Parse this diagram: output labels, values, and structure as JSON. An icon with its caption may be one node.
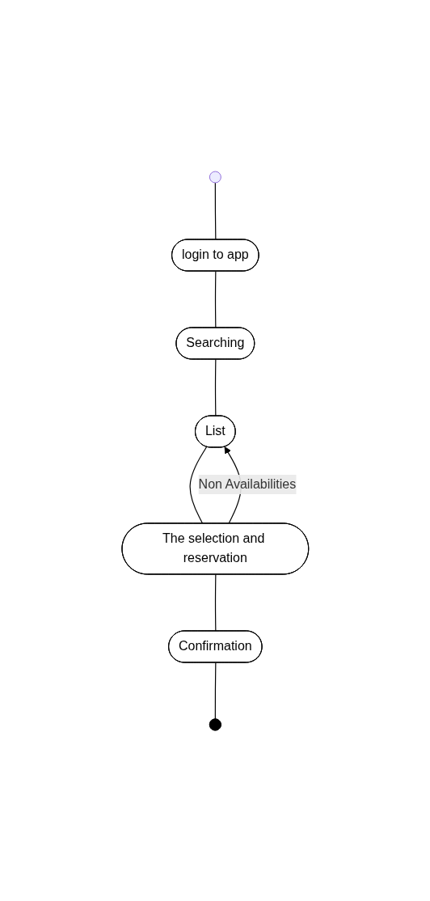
{
  "diagram": {
    "nodes": [
      {
        "text": [],
        "shape": "circle"
      },
      {
        "text": [
          "login to app"
        ]
      },
      {
        "text": [
          "Searching"
        ]
      },
      {
        "text": [
          "List"
        ]
      },
      {
        "text": [
          "The selection and reservation"
        ]
      },
      {
        "text": [
          "Confirmation"
        ]
      },
      {
        "text": [],
        "shape": "circle"
      }
    ],
    "edges": [
      {
        "from": 0,
        "to": 1,
        "arrow": "none"
      },
      {
        "from": 1,
        "to": 2,
        "arrow": "none"
      },
      {
        "from": 2,
        "to": 3,
        "arrow": "none"
      },
      {
        "from": 3,
        "to": 4,
        "arrow": "none"
      },
      {
        "from": 4,
        "to": 3,
        "arrow": "to",
        "label": "Non Availabilities"
      },
      {
        "from": 4,
        "to": 5,
        "arrow": "none"
      },
      {
        "from": 5,
        "to": 6,
        "arrow": "none"
      }
    ]
  }
}
